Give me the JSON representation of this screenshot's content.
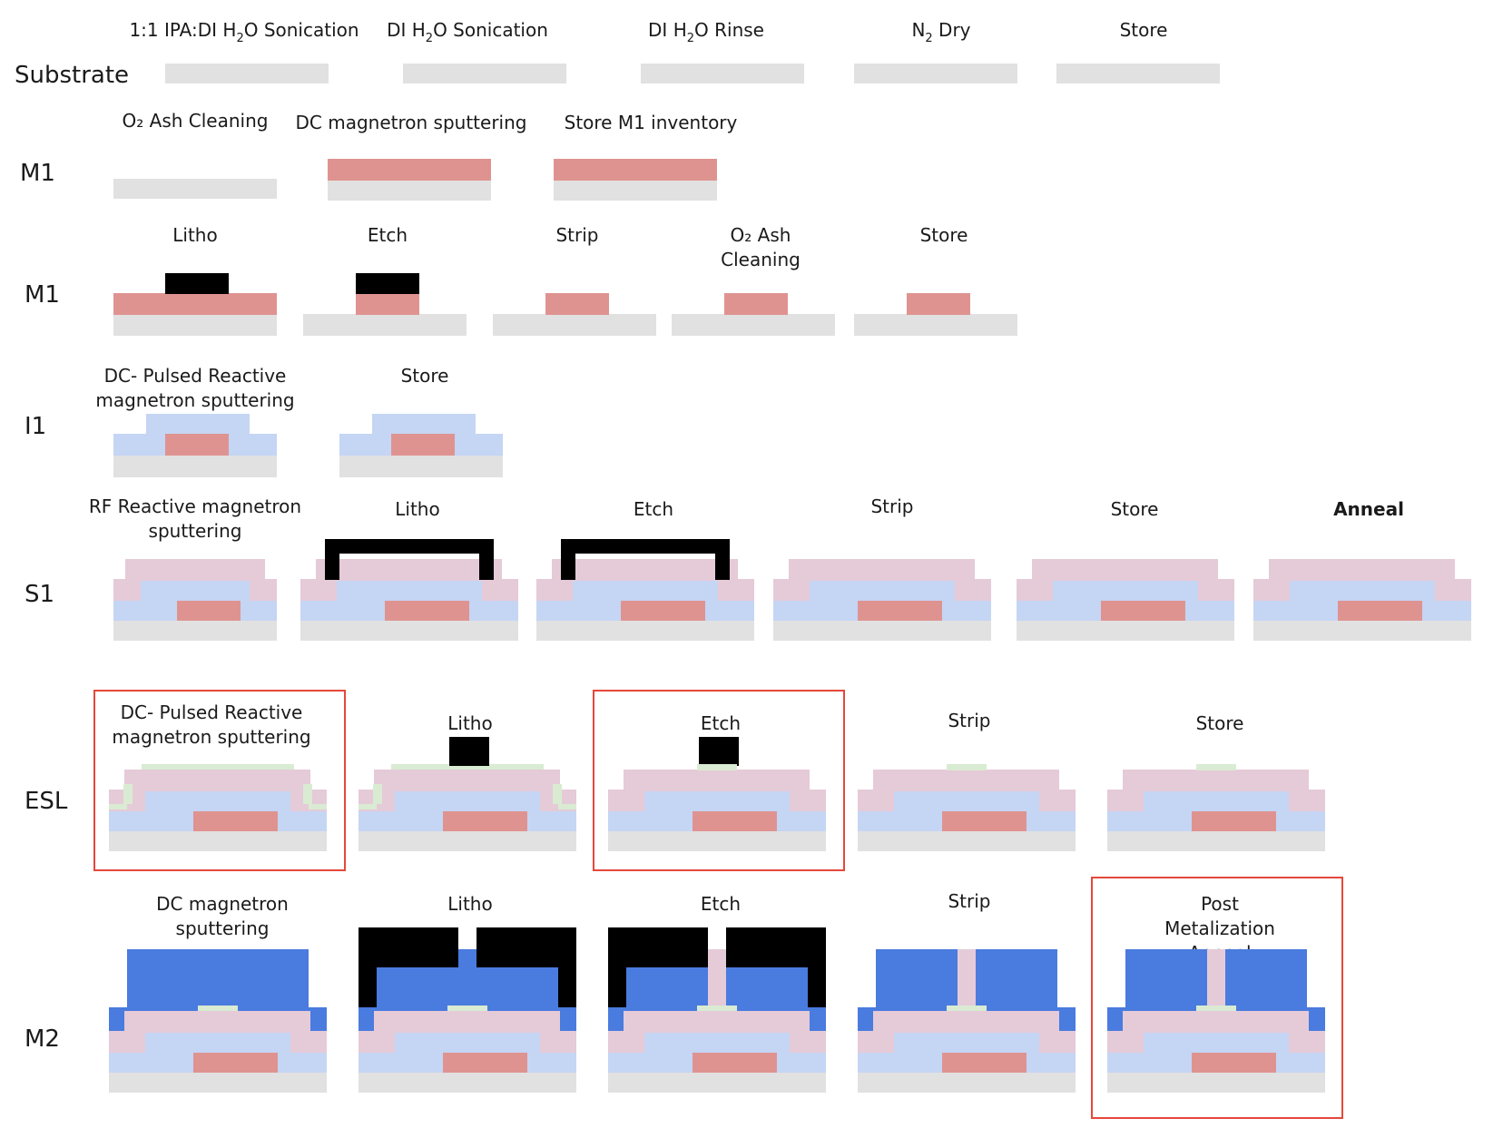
{
  "colors": {
    "substrate": "#e1e1e1",
    "metal1": "#df9390",
    "resist": "#000000",
    "insulator": "#c5d5f4",
    "semiconductor": "#e5cad8",
    "etch_stop": "#d9ebd2",
    "metal2": "#4a7bde",
    "highlight_box": "#e5483a"
  },
  "rows": {
    "substrate": {
      "label": "Substrate",
      "steps": [
        {
          "pre": "1:1 IPA:DI H",
          "sub": "2",
          "post": "O Sonication"
        },
        {
          "pre": "DI H",
          "sub": "2",
          "post": "O Sonication"
        },
        {
          "pre": "DI H",
          "sub": "2",
          "post": "O Rinse"
        },
        {
          "pre": "N",
          "sub": "2",
          "post": " Dry"
        },
        {
          "pre": "Store",
          "sub": "",
          "post": ""
        }
      ]
    },
    "m1_dep": {
      "label": "M1",
      "steps": [
        "O₂ Ash Cleaning",
        "DC magnetron sputtering",
        "Store M1 inventory"
      ]
    },
    "m1_pat": {
      "label": "M1",
      "steps": [
        "Litho",
        "Etch",
        "Strip",
        "O₂ Ash Cleaning",
        "Store"
      ]
    },
    "i1": {
      "label": "I1",
      "steps": [
        "DC- Pulsed Reactive magnetron sputtering",
        "Store"
      ]
    },
    "s1": {
      "label": "S1",
      "steps": [
        "RF Reactive magnetron sputtering",
        "Litho",
        "Etch",
        "Strip",
        "Store",
        "Anneal"
      ]
    },
    "esl": {
      "label": "ESL",
      "steps": [
        "DC- Pulsed Reactive magnetron sputtering",
        "Litho",
        "Etch",
        "Strip",
        "Store"
      ]
    },
    "m2": {
      "label": "M2",
      "steps": [
        "DC magnetron sputtering",
        "Litho",
        "Etch",
        "Strip",
        "Post Metalization Anneal"
      ]
    }
  }
}
